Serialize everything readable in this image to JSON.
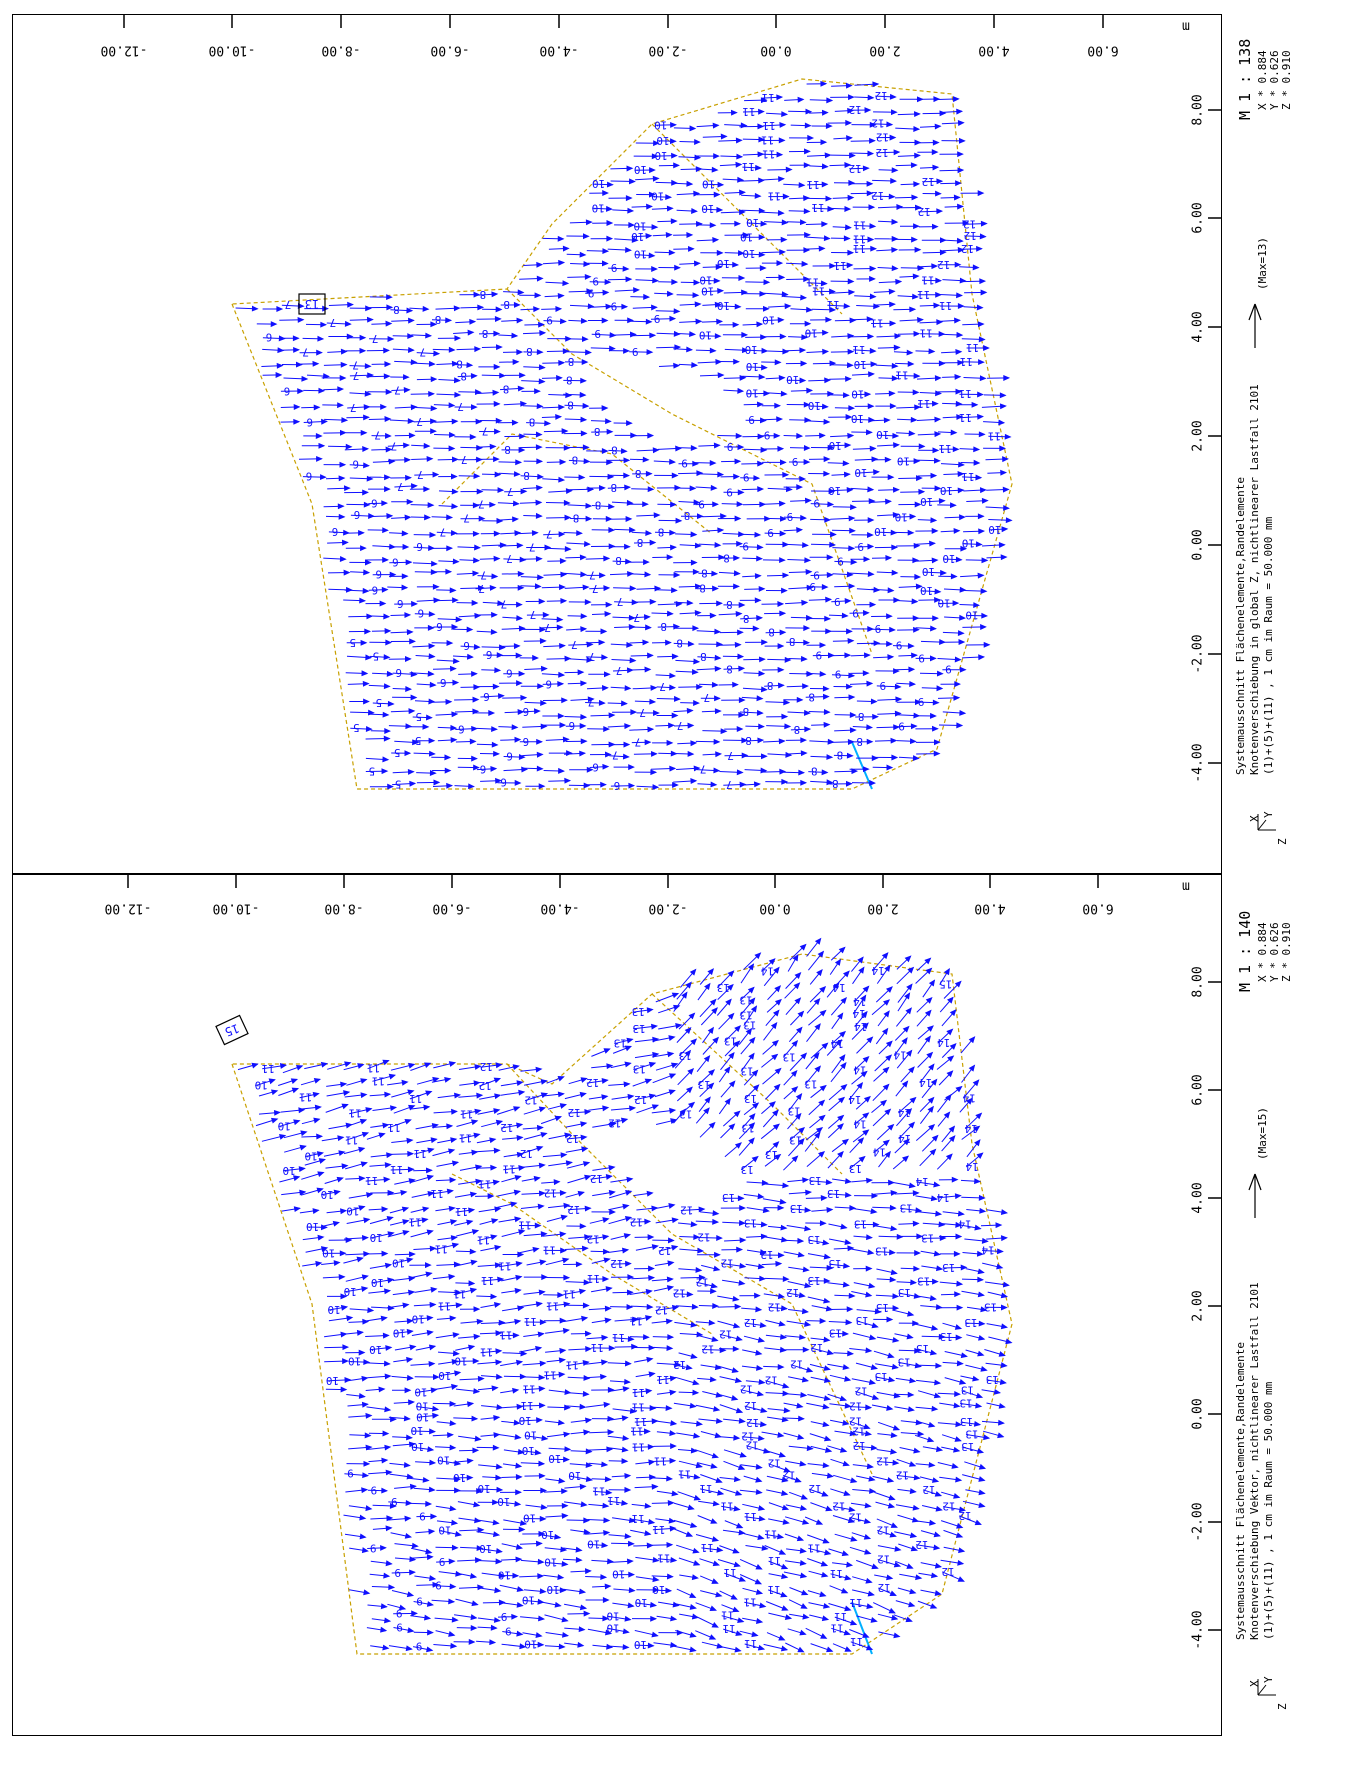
{
  "unit_label": "m",
  "top_ticks": [
    "-12.00",
    "-10.00",
    "-8.00",
    "-6.00",
    "-4.00",
    "-2.00",
    "0.00",
    "2.00",
    "4.00",
    "6.00"
  ],
  "side_ticks": [
    "8.00",
    "6.00",
    "4.00",
    "2.00",
    "0.00",
    "-2.00",
    "-4.00"
  ],
  "panels": [
    {
      "id": "upper",
      "scale": "M 1 : 138",
      "factors": [
        "X * 0.884",
        "Y * 0.626",
        "Z * 0.910"
      ],
      "title_line1": "Systemausschnitt Flächenelemente,Randelemente",
      "title_line2": "Knotenverschiebung in global Z, nichtlinearer Lastfall 2101",
      "title_line3": "(1)+(5)+(11)    , 1 cm im Raum =  50.000 mm",
      "max_label": "(Max=13)",
      "max_box_label": "13",
      "axis_x": "X",
      "axis_y": "Y",
      "axis_z": "Z",
      "contour_labels": [
        "13",
        "12",
        "11",
        "10",
        "9",
        "8",
        "7",
        "6",
        "5"
      ]
    },
    {
      "id": "lower",
      "scale": "M 1 : 140",
      "factors": [
        "X * 0.884",
        "Y * 0.626",
        "Z * 0.910"
      ],
      "title_line1": "Systemausschnitt Flächenelemente,Randelemente",
      "title_line2": "Knotenverschiebung Vektor, nichtlinearer Lastfall 2101",
      "title_line3": "(1)+(5)+(11)    , 1 cm im Raum =  50.000 mm",
      "max_label": "(Max=15)",
      "max_box_label": "15",
      "axis_x": "X",
      "axis_y": "Y",
      "axis_z": "Z",
      "contour_labels": [
        "15",
        "14",
        "13",
        "12",
        "11",
        "10",
        "9"
      ]
    }
  ],
  "colors": {
    "vector": "#1010ff",
    "boundary": "#c8a000",
    "support": "#00b0ff",
    "frame": "#000000"
  }
}
